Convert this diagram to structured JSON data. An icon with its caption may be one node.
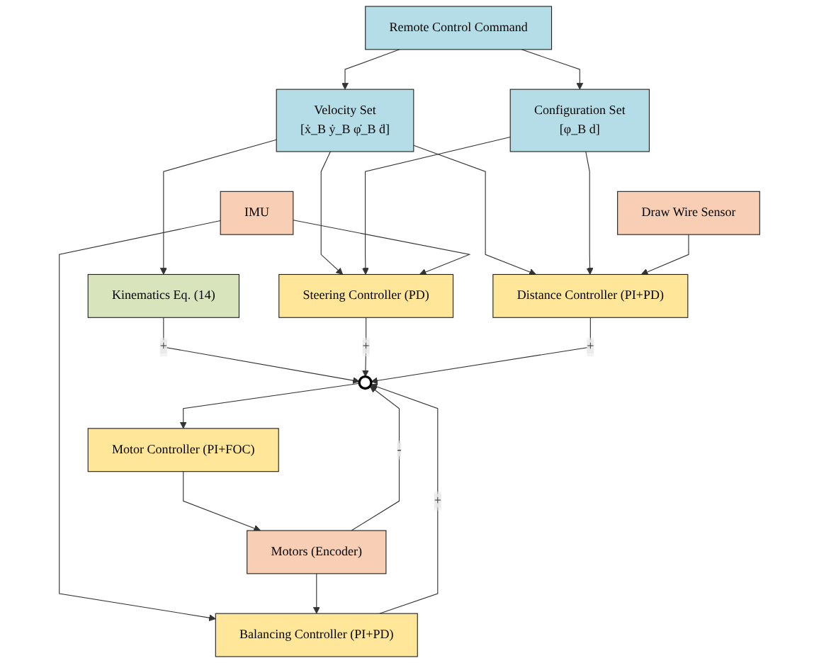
{
  "diagram": {
    "nodes": [
      {
        "text": [
          "Remote Control Command"
        ]
      },
      {
        "text": [
          "Velocity Set",
          "[ẋ_B ẏ_B φ̇_B ḋ]"
        ]
      },
      {
        "text": [
          "Configuration Set",
          "[φ_B d]"
        ]
      },
      {
        "text": [
          "Kinematics Eq. (14)"
        ]
      },
      {
        "text": [
          "Balancing Controller (PI+PD)"
        ]
      },
      {
        "text": [
          "Steering Controller (PD)"
        ]
      },
      {
        "text": [
          "Distance Controller (PI+PD)"
        ]
      },
      {
        "text": [],
        "shape": "circle"
      },
      {
        "text": [
          "IMU"
        ]
      },
      {
        "text": [
          "Motors (Encoder)"
        ]
      },
      {
        "text": [
          "Motor Controller (PI+FOC)"
        ]
      },
      {
        "text": [
          "Draw Wire Sensor"
        ]
      }
    ],
    "edges": [
      {
        "from": 0,
        "to": 1,
        "arrow": "to"
      },
      {
        "from": 0,
        "to": 2,
        "arrow": "to"
      },
      {
        "from": 1,
        "to": 3,
        "arrow": "to"
      },
      {
        "from": 1,
        "to": 5,
        "arrow": "to"
      },
      {
        "from": 1,
        "to": 6,
        "arrow": "to"
      },
      {
        "from": 2,
        "to": 5,
        "arrow": "to"
      },
      {
        "from": 2,
        "to": 6,
        "arrow": "to"
      },
      {
        "from": 8,
        "to": 5,
        "arrow": "to"
      },
      {
        "from": 8,
        "to": 4,
        "arrow": "to"
      },
      {
        "from": 3,
        "to": 7,
        "arrow": "to",
        "label": "+"
      },
      {
        "from": 4,
        "to": 7,
        "arrow": "to",
        "label": "+"
      },
      {
        "from": 5,
        "to": 7,
        "arrow": "to",
        "label": "+"
      },
      {
        "from": 6,
        "to": 7,
        "arrow": "to",
        "label": "+"
      },
      {
        "from": 9,
        "to": 7,
        "arrow": "to",
        "label": "-"
      },
      {
        "from": 7,
        "to": 10,
        "arrow": "to"
      },
      {
        "from": 10,
        "to": 9,
        "arrow": "to"
      },
      {
        "from": 9,
        "to": 4,
        "arrow": "to"
      },
      {
        "from": 11,
        "to": 6,
        "arrow": "to"
      }
    ]
  }
}
